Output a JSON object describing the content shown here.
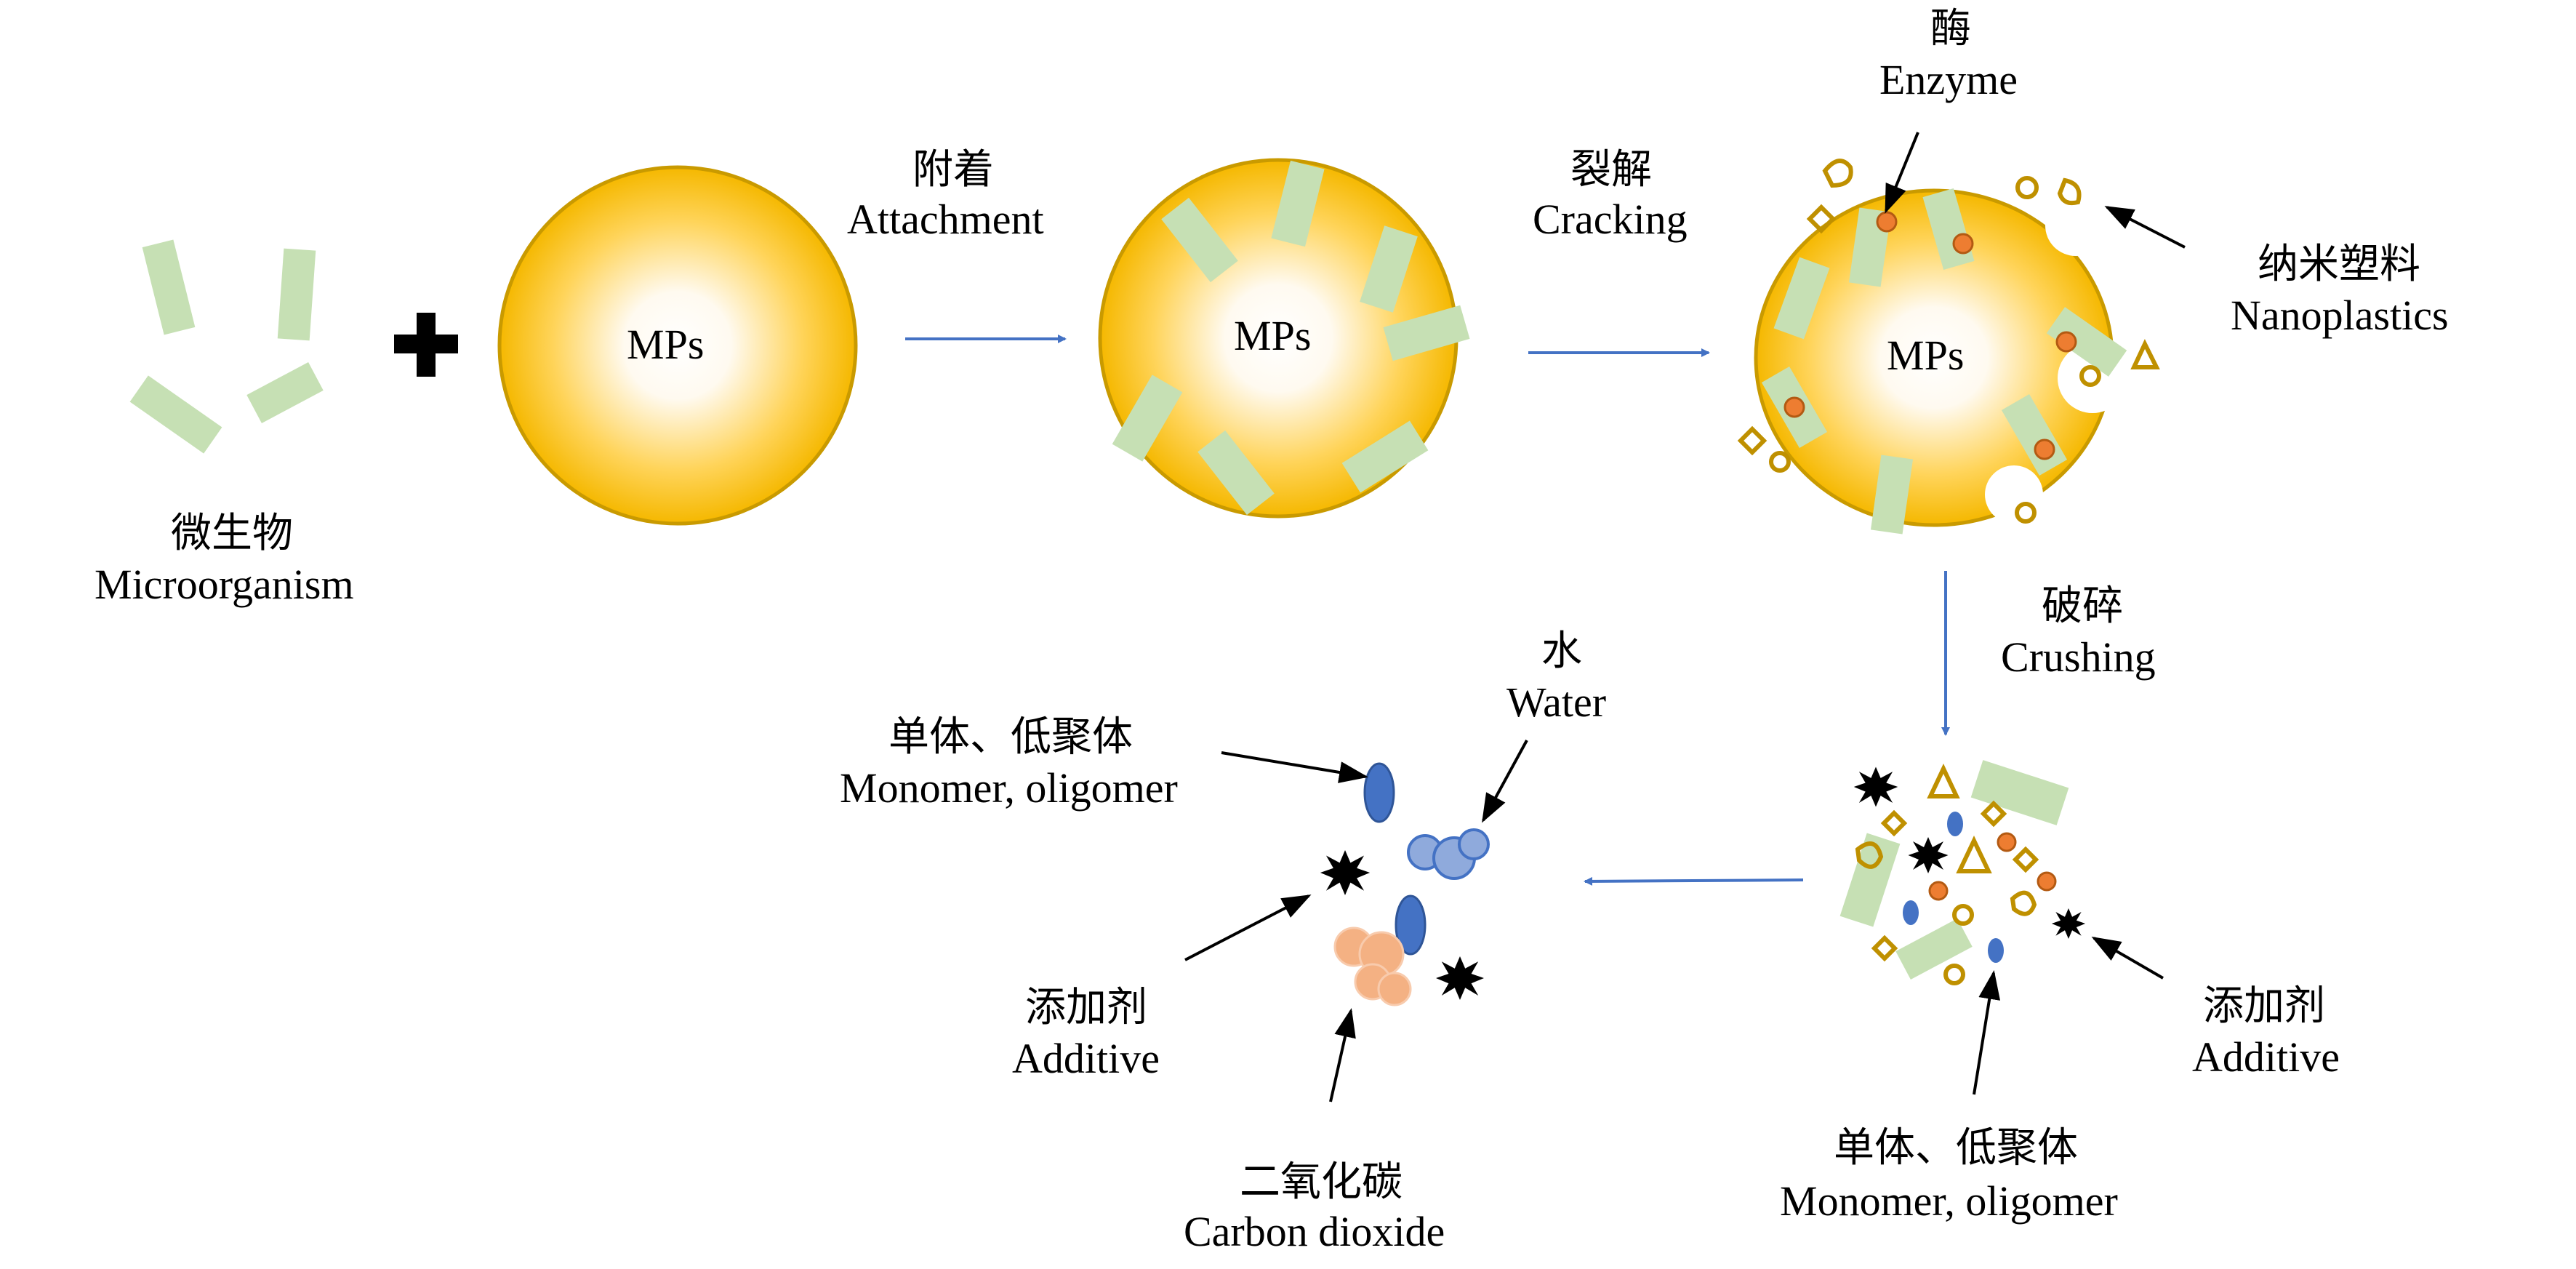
{
  "labels": {
    "microorganism_zh": "微生物",
    "microorganism_en": "Microorganism",
    "attachment_zh": "附着",
    "attachment_en": "Attachment",
    "cracking_zh": "裂解",
    "cracking_en": "Cracking",
    "enzyme_zh": "酶",
    "enzyme_en": "Enzyme",
    "nanoplastics_zh": "纳米塑料",
    "nanoplastics_en": "Nanoplastics",
    "crushing_zh": "破碎",
    "crushing_en": "Crushing",
    "water_zh": "水",
    "water_en": "Water",
    "monomer_left_zh": "单体、低聚体",
    "monomer_left_en": "Monomer, oligomer",
    "additive_left_zh": "添加剂",
    "additive_left_en": "Additive",
    "co2_zh": "二氧化碳",
    "co2_en": "Carbon dioxide",
    "additive_right_zh": "添加剂",
    "additive_right_en": "Additive",
    "monomer_right_zh": "单体、低聚体",
    "monomer_right_en": "Monomer, oligomer",
    "mps_1": "MPs",
    "mps_2": "MPs",
    "mps_3": "MPs"
  },
  "colors": {
    "bacteria": "#c6e0b4",
    "particle_edge": "#c99a00",
    "particle_mid": "#ffc000",
    "particle_center": "#ffffff",
    "arrow_blue": "#4472c4",
    "enzyme": "#ed7d31",
    "fragment": "#bf9000",
    "monomer": "#4472c4",
    "water": "#8faadc",
    "co2": "#f4b183",
    "additive": "#000000"
  },
  "icons": [
    "plus-icon",
    "bacteria-rod-icon",
    "enzyme-dot-icon",
    "additive-star-icon",
    "water-molecule-icon",
    "co2-molecule-icon"
  ]
}
